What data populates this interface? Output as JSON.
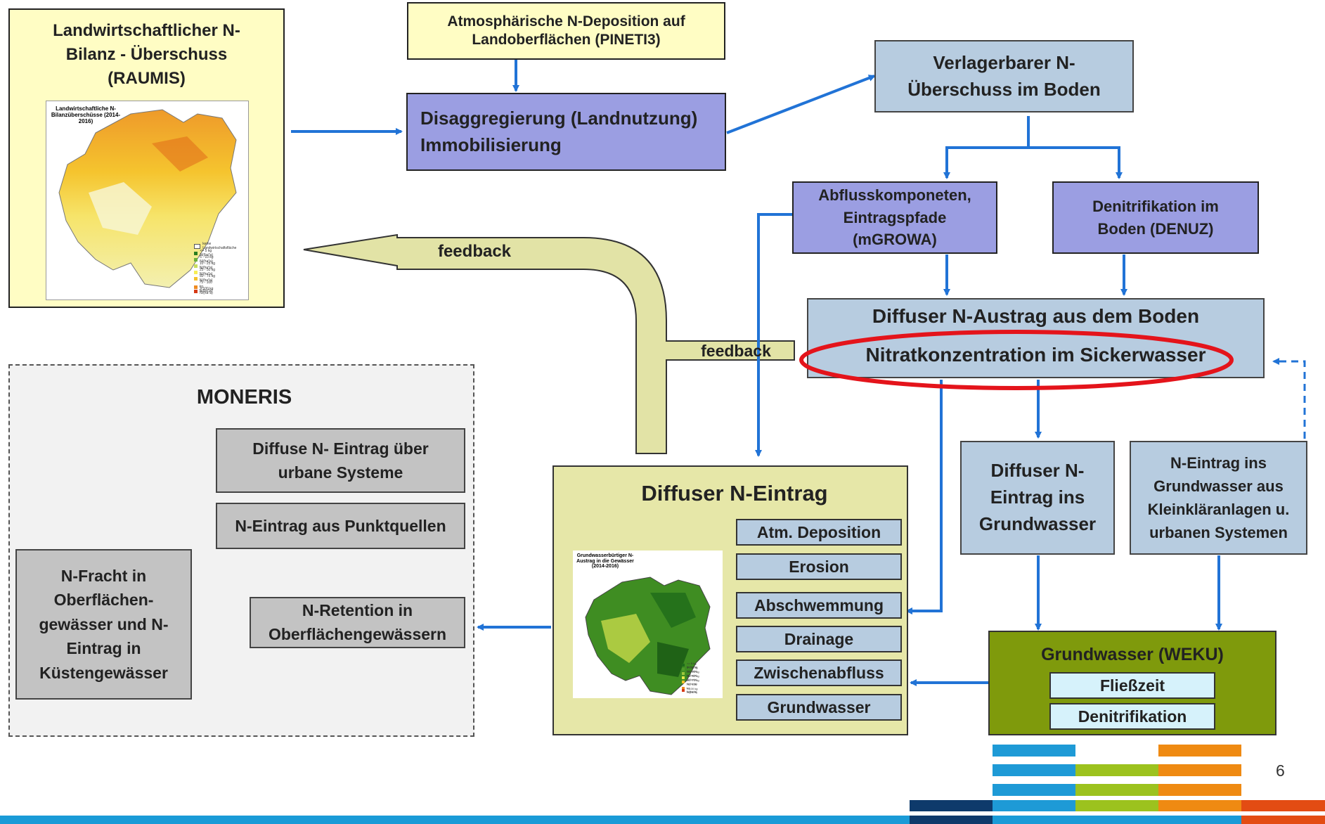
{
  "colors": {
    "arrow": "#2173d6",
    "highlight_ellipse": "#e4141b",
    "feedback_arrow": "#e2e3a6",
    "groundwater": "#7f9a0c"
  },
  "raumis": {
    "title": "Landwirtschaftlicher  N-Bilanz - Überschuss (RAUMIS)",
    "map_title": "Landwirtschaftliche N-Bilanzüberschüsse (2014-2016)",
    "legend": [
      {
        "label": "keine Landwirtschaftsfläche",
        "color": "#ffffff"
      },
      {
        "label": "<= 5 kg N/(ha*a)",
        "color": "#2a7d20"
      },
      {
        "label": "5 - 10 kg N/(ha*a)",
        "color": "#6bb13a"
      },
      {
        "label": "10 - 25 kg N/(ha*a)",
        "color": "#c9dd5c"
      },
      {
        "label": "25 - 50 kg N/(ha*a)",
        "color": "#f7ee55"
      },
      {
        "label": "50 - 75 kg N/(ha*a)",
        "color": "#f5c22e"
      },
      {
        "label": "75 - 100 kg N/(ha*a)",
        "color": "#ee8a1f"
      },
      {
        "label": "> 100 kg N/(ha*a)",
        "color": "#d63a16"
      }
    ]
  },
  "atm_deposition": "Atmosphärische N-Deposition auf Landoberflächen (PINETI3)",
  "disaggregation": "Disaggregierung (Landnutzung) Immobilisierung",
  "verlagerbar": "Verlagerbarer N-Überschuss im Boden",
  "abfluss": "Abflusskomponeten, Eintragspfade (mGROWA)",
  "denitrifikation_boden": "Denitrifikation im Boden (DENUZ)",
  "diffuser_austrag": {
    "line1": "Diffuser N-Austrag aus dem Boden",
    "line2": "Nitratkonzentration im Sickerwasser"
  },
  "feedback_label": "feedback",
  "diffuser_grundwasser": "Diffuser N-Eintrag ins Grundwasser",
  "kleinklaeranlagen": "N-Eintrag ins Grundwasser aus Kleinkläranlagen u. urbanen Systemen",
  "grundwasser_weku": {
    "title": "Grundwasser (WEKU)",
    "items": [
      "Fließzeit",
      "Denitrifikation"
    ]
  },
  "diffuser_eintrag": {
    "title": "Diffuser N-Eintrag",
    "map_title": "Grundwasserbürtiger N-Austrag in die Gewässer (2014-2016)",
    "pathways": [
      "Atm. Deposition",
      "Erosion",
      "Abschwemmung",
      "Drainage",
      "Zwischenabfluss",
      "Grundwasser"
    ],
    "legend": [
      {
        "label": "<= 5 kg N/(ha*a)",
        "color": "#1f6b1a"
      },
      {
        "label": "5 - 10 kg N/(ha*a)",
        "color": "#4d9a2a"
      },
      {
        "label": "10 - 25 kg N/(ha*a)",
        "color": "#9cc63c"
      },
      {
        "label": "25 - 50 kg N/(ha*a)",
        "color": "#e6e84a"
      },
      {
        "label": "50 - 75 kg N/(ha*a)",
        "color": "#f5c22e"
      },
      {
        "label": "75 - 100 kg N/(ha*a)",
        "color": "#ee8a1f"
      },
      {
        "label": "> 100 kg N/(ha*a)",
        "color": "#d63a16"
      }
    ]
  },
  "moneris": {
    "title": "MONERIS",
    "urban": "Diffuse  N- Eintrag über urbane Systeme",
    "punkt": "N-Eintrag aus Punktquellen",
    "retention": "N-Retention in Oberflächengewässern",
    "fracht": "N-Fracht in Oberflächen-gewässer und N-Eintrag in Küstengewässer"
  },
  "page_number": "6"
}
